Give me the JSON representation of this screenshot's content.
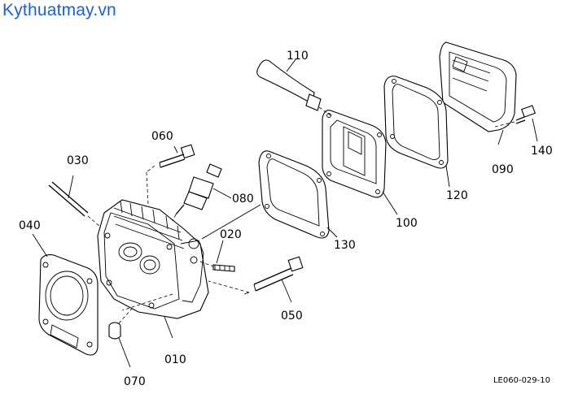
{
  "watermark": "Kythuatmay.vn",
  "drawing_code": "LE060-029-10",
  "labels": {
    "p010": "010",
    "p020": "020",
    "p030": "030",
    "p040": "040",
    "p050": "050",
    "p060": "060",
    "p070": "070",
    "p080": "080",
    "p090": "090",
    "p100": "100",
    "p110": "110",
    "p120": "120",
    "p130": "130",
    "p140": "140"
  },
  "colors": {
    "watermark": "#1f5fd6",
    "line": "#000000"
  }
}
